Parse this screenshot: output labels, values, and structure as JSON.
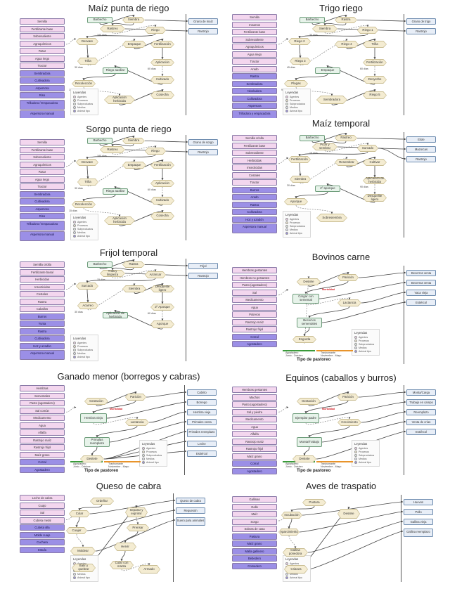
{
  "legend": {
    "title": "Leyendas",
    "items": [
      {
        "label": "Agentes",
        "color": "#f3d6ee"
      },
      {
        "label": "Procesos",
        "color": "#f4ecd2"
      },
      {
        "label": "Subproductos",
        "color": "#e7f3ea"
      },
      {
        "label": "Medios",
        "color": "#e8eef7"
      },
      {
        "label": "Animal tipo",
        "color": "#9b8fe6"
      }
    ]
  },
  "colors": {
    "agent_pink": "#f3d6ee",
    "agent_purple": "#9b8fe6",
    "process": "#f4ecd2",
    "output": "#e8eef7",
    "byproduct": "#e7f3ea",
    "line_green": "#3a9a3a",
    "line_orange": "#e8942b"
  },
  "panels": {
    "maiz_riego": {
      "title": "Maíz punta de riego",
      "inputs": [
        "Semilla",
        "Fertilizante base",
        "Sobresaliente",
        "Agroquímicos",
        "Rotar",
        "Agua riego",
        "Tractor",
        "Sembradora",
        "Cultivadora",
        "Aspersora",
        "Riso",
        "Trilladora / Empacadora",
        "Aspersora manual"
      ],
      "outputs": [
        "Grano de maíz",
        "Rastrojo"
      ],
      "nodes": [
        "Barbecho",
        "Siembra",
        "Rastreo",
        "Riego",
        "Desvare",
        "Trilla",
        "Empaque",
        "Fertilización",
        "Aplicación",
        "Cultivado",
        "Riego auxiliar",
        "Recolección",
        "Aplicación herbicida",
        "Cosecha"
      ],
      "labels": [
        "180 días",
        "30 días",
        "60 días",
        "15 días"
      ]
    },
    "trigo_riego": {
      "title": "Trigo riego",
      "inputs": [
        "Semilla",
        "Insumos",
        "Fertilizante base",
        "Sobresaliente",
        "Agroquímicos",
        "Agua riego",
        "Tractor",
        "Arado",
        "Rastra",
        "Sembradora",
        "Niveladora",
        "Cultivadora",
        "Aspersora",
        "Trilladora y empacadora",
        "Ahuyentadores",
        "Fertilizantes"
      ],
      "outputs": [
        "Grano de trigo",
        "Rastrojo"
      ],
      "nodes": [
        "Barbecho",
        "Rastra",
        "Siembra",
        "Riego 1",
        "Riego 2",
        "Riego 3",
        "Riego 4",
        "Trilla",
        "Fertilización",
        "Desyerbe",
        "Empaque",
        "Plagas",
        "Sembradora",
        "Riego 5"
      ],
      "labels": [
        "30 días",
        "45 días",
        "60 días",
        "90 días"
      ]
    },
    "sorgo_riego": {
      "title": "Sorgo punta de riego",
      "inputs": [
        "Semilla",
        "Fertilizante base",
        "Sobresaliente",
        "Agroquímicos",
        "Rotar",
        "Agua riego",
        "Tractor",
        "Sembradora",
        "Cultivadora",
        "Aspersora",
        "Riso",
        "Trilladora / Empacadora",
        "Aspersora manual"
      ],
      "outputs": [
        "Grano de sorgo",
        "Rastrojo"
      ],
      "nodes": [
        "Barbecho",
        "Siembra",
        "Rastreo",
        "Riego",
        "Desvare",
        "Trilla",
        "Empaque",
        "Fertilización",
        "Aplicación",
        "Cultivado",
        "Riego auxiliar",
        "Recolección",
        "Aplicación herbicida",
        "Cosecha"
      ],
      "labels": [
        "180 días",
        "30 días",
        "60 días",
        "15 días"
      ]
    },
    "maiz_temporal": {
      "title": "Maíz temporal",
      "inputs": [
        "Semilla criolla",
        "Fertilizante base",
        "Sobresaliente",
        "Herbicidas",
        "Insecticidas",
        "Costales",
        "Tractor",
        "Burros",
        "Arado",
        "Rastra",
        "Cultivadora",
        "Hoz y azadón",
        "Aspersora manual"
      ],
      "outputs": [
        "Elote",
        "Mazorcas",
        "Rastrojo"
      ],
      "nodes": [
        "Barbecho",
        "Rastreo",
        "Picar y sembrar",
        "Surcado",
        "Fertilización",
        "Siembra",
        "Resembrar",
        "Cultivar",
        "Aplicación de herbicida",
        "Desquelite ligero",
        "2º aporque",
        "Aporque",
        "Sobresiembra"
      ],
      "labels": [
        "15 días",
        "30 días",
        "90 días"
      ]
    },
    "frijol_temporal": {
      "title": "Frijol temporal",
      "inputs": [
        "Semilla criolla",
        "Fertilizante basal",
        "Herbicidas",
        "Insecticidas",
        "Costales",
        "Rastra",
        "Caballos",
        "Burros",
        "Yunta",
        "Rastra",
        "Cultivadora",
        "Hoz y azadón",
        "Aspersora manual"
      ],
      "outputs": [
        "Frijol",
        "Rastrojo"
      ],
      "nodes": [
        "Barbecho",
        "Rastra",
        "Trilla y limpieza",
        "Arrancar",
        "Surcado",
        "Acarreo",
        "Siembra",
        "Desquelite ligero",
        "2º Aporque",
        "Aporque",
        "Aplicación de herbicida"
      ],
      "labels": [
        "15 días",
        "30 días",
        "60 días"
      ]
    },
    "bovinos": {
      "title": "Bovinos carne",
      "inputs": [
        "Hembras gestantes",
        "Hembras no gestantes",
        "Pasto (agostadero)",
        "Sal",
        "Medicamento",
        "Agua",
        "Potreros",
        "Rastrojo maíz",
        "Rastrojo frijol",
        "Corral",
        "Agostadero"
      ],
      "outputs": [
        "Becerros venta",
        "Becerras venta",
        "Vaca vieja",
        "Estiércol"
      ],
      "nodes": [
        "Gestación",
        "Parición",
        "Cargar con semental",
        "Lactancia",
        "Becerros sementales",
        "Engorda",
        "Destete"
      ],
      "tipo": "Tipo de pastoreo",
      "pastoreo": [
        "Agostadero",
        "Trashumante"
      ],
      "pastoreo_sub": [
        "Junio - Octubre",
        "Noviembre - Mayo"
      ],
      "warn": "Mortalidad"
    },
    "ganado_menor": {
      "title": "Ganado menor (borregos y cabras)",
      "inputs": [
        "Hembras",
        "Sementales",
        "Pasto (agostadero)",
        "Sal común",
        "Medicamento",
        "Agua",
        "Alfalfa",
        "Rastrojo maíz",
        "Rastrojo frijol",
        "Maíz grano",
        "Corral",
        "Agostadero"
      ],
      "outputs": [
        "Cabrito",
        "Borrego",
        "Hembra vieja",
        "Primales venta",
        "Primales reemplazo",
        "Leche",
        "Estiércol"
      ],
      "nodes": [
        "Gestación",
        "Parición",
        "Hembra vieja",
        "Lactancia",
        "Primalas reemplazo",
        "Destete"
      ],
      "tipo": "Tipo de pastoreo",
      "pastoreo": [
        "Agostadero",
        "Trashumante"
      ],
      "pastoreo_sub": [
        "Junio - Octubre",
        "Noviembre - Mayo"
      ],
      "warn": "Mortalidad"
    },
    "equinos": {
      "title": "Equinos (caballos y burros)",
      "inputs": [
        "Hembras gestantes",
        "Machos",
        "Pasto (agostadero)",
        "Sal y piedra",
        "Medicamento",
        "Agua",
        "Alfalfa",
        "Rastrojo maíz",
        "Rastrojo frijol",
        "Maíz grano",
        "Corral",
        "Agostadero"
      ],
      "outputs": [
        "Monta/Carga",
        "Trabajo en campo",
        "Reemplazo",
        "Venta de crías",
        "Estiércol"
      ],
      "nodes": [
        "Gestación",
        "Parición",
        "Ejemplar padre",
        "Crecimiento",
        "Monta/Trabajo",
        "Destete"
      ],
      "tipo": "Tipo de pastoreo",
      "pastoreo": [
        "Agostadero",
        "Trashumante"
      ],
      "pastoreo_sub": [
        "Junio - Octubre",
        "Noviembre - Mayo"
      ],
      "warn": "Mortalidad"
    },
    "queso": {
      "title": "Queso de cabra",
      "inputs": [
        "Leche de cabra",
        "Cuajo",
        "Sal",
        "Cubeta metal",
        "Cubeta olla",
        "Molde cuajo",
        "Cuchara",
        "Estufa"
      ],
      "outputs": [
        "Queso de cabra",
        "Requesón",
        "Suero para animales"
      ],
      "nodes": [
        "Ordeñar",
        "Colar",
        "Cuajar",
        "Moldear",
        "Batir y quebrar",
        "Separar y exprimir",
        "Prensar",
        "Hervir",
        "Colar con manta",
        "Armado"
      ]
    },
    "aves": {
      "title": "Aves de traspatio",
      "inputs": [
        "Gallinas",
        "Gallo",
        "Maíz",
        "Sorgo",
        "Sobras de casa",
        "Pastura",
        "Maíz grano",
        "Malla gallinero",
        "Bebedero",
        "Comedero"
      ],
      "outputs": [
        "Huevos",
        "Pollo",
        "Gallina vieja",
        "Gallina reemplazo"
      ],
      "nodes": [
        "Postura",
        "Incubación",
        "Aparcimiento",
        "Gallina ponedora",
        "Crianza",
        "Destete"
      ]
    }
  }
}
